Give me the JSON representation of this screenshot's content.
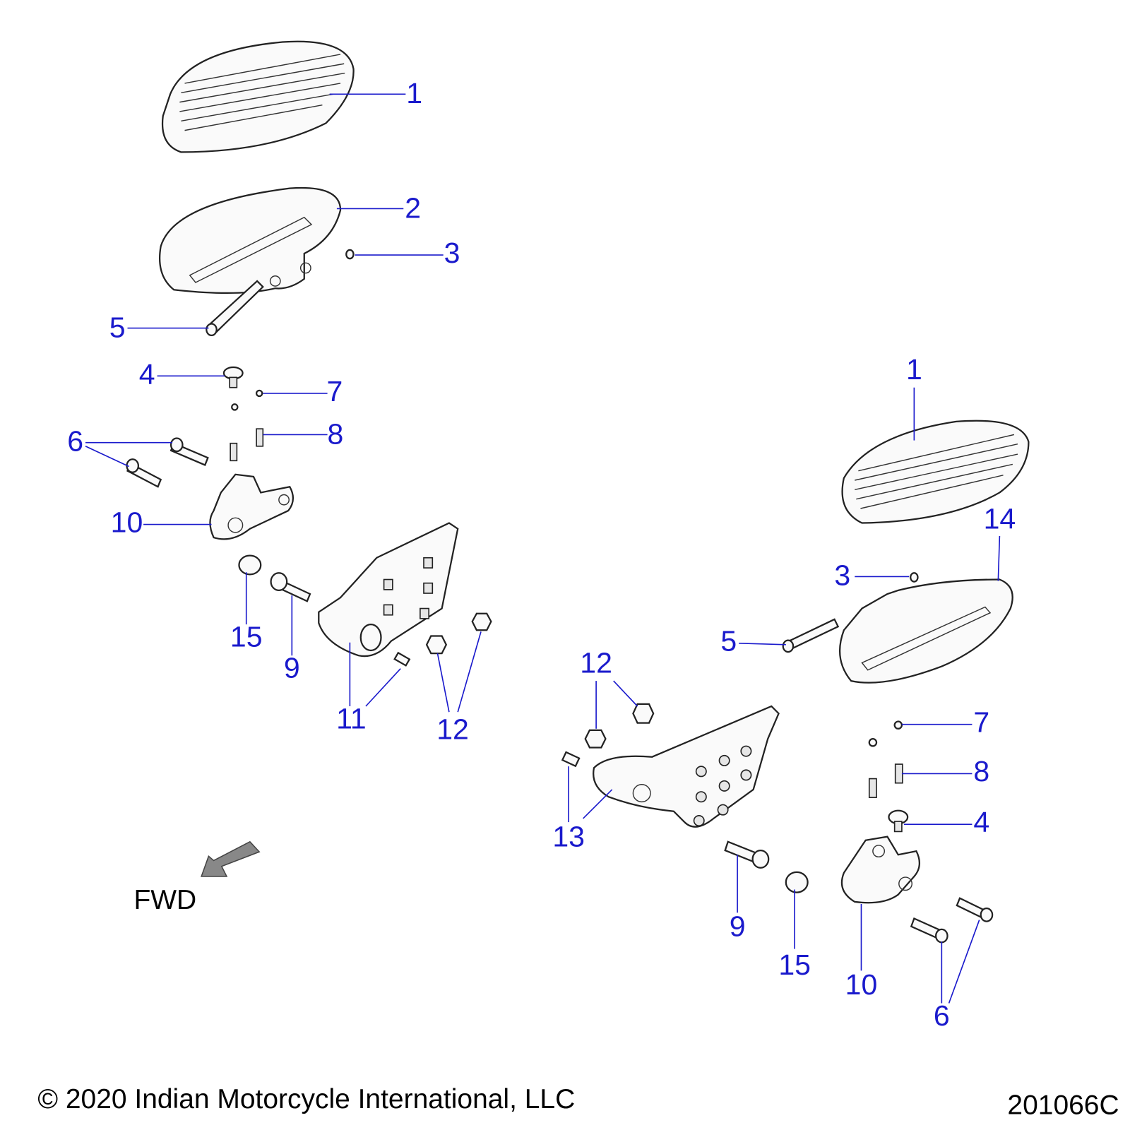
{
  "left_callouts": [
    "1",
    "2",
    "3",
    "5",
    "4",
    "7",
    "6",
    "8",
    "10",
    "15",
    "9",
    "11",
    "12"
  ],
  "right_callouts": [
    "1",
    "14",
    "3",
    "5",
    "12",
    "7",
    "8",
    "4",
    "13",
    "9",
    "15",
    "10",
    "6"
  ],
  "direction": {
    "label": "FWD"
  },
  "footer": {
    "copyright": "© 2020 Indian Motorcycle International, LLC",
    "drawing_code": "201066C"
  },
  "colors": {
    "callout": "#1a1acc",
    "arrow": "#888888"
  }
}
